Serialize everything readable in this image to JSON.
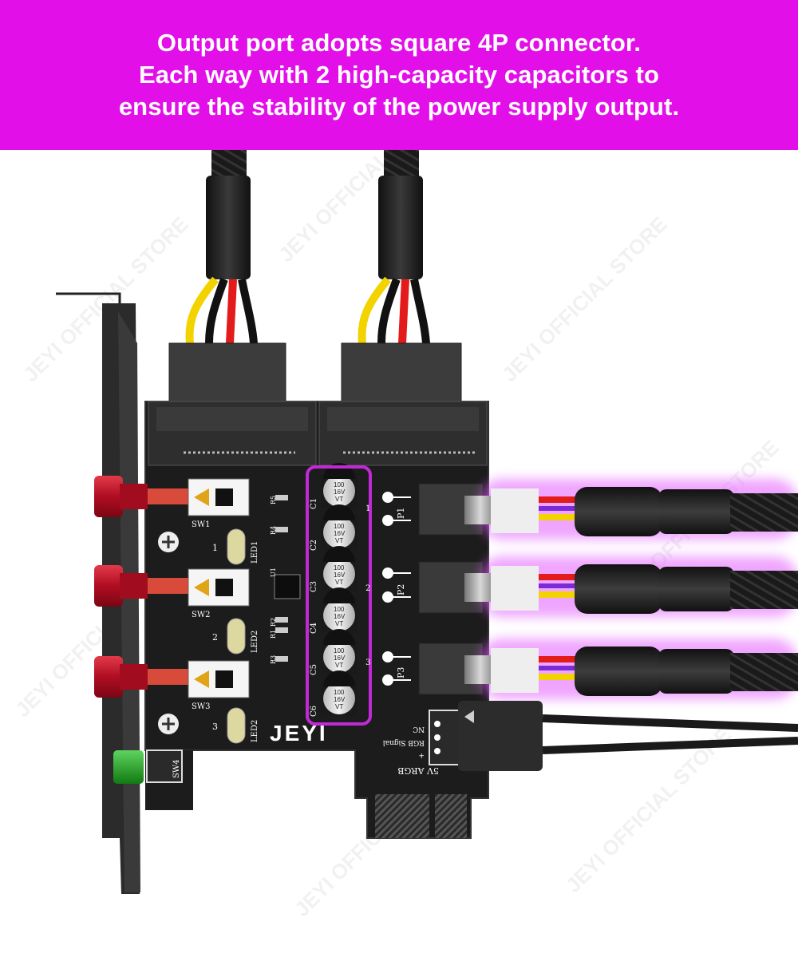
{
  "banner": {
    "lines": [
      "Output port adopts square 4P connector.",
      "Each way with 2 high-capacity capacitors to",
      "ensure the stability of the power supply output."
    ],
    "background": "#e20fe8"
  },
  "board": {
    "brand": "JEYI",
    "switches": [
      "SW1",
      "SW2",
      "SW3",
      "SW4"
    ],
    "leds": [
      "LED1",
      "LED2",
      "LED2"
    ],
    "channel_numbers": [
      "1",
      "2",
      "3"
    ],
    "resistors": [
      "R5",
      "R4",
      "R2",
      "R1",
      "R3"
    ],
    "chip": "U1",
    "capacitors": [
      "C1",
      "C2",
      "C3",
      "C4",
      "C5",
      "C6"
    ],
    "capacitor_marking": [
      "100",
      "16V",
      "VT"
    ],
    "ports": [
      "P1",
      "P2",
      "P3"
    ],
    "argb_pins": [
      "NC",
      "RGB Signal",
      "+"
    ],
    "argb_label": "5V ARGB"
  },
  "watermark": "JEYI OFFICIAL STORE",
  "colors": {
    "highlight": "#c229d6",
    "glow": "#e35cff",
    "pcb": "#1c1c1c",
    "button_red": "#c8102e",
    "button_green": "#1fa81f"
  }
}
